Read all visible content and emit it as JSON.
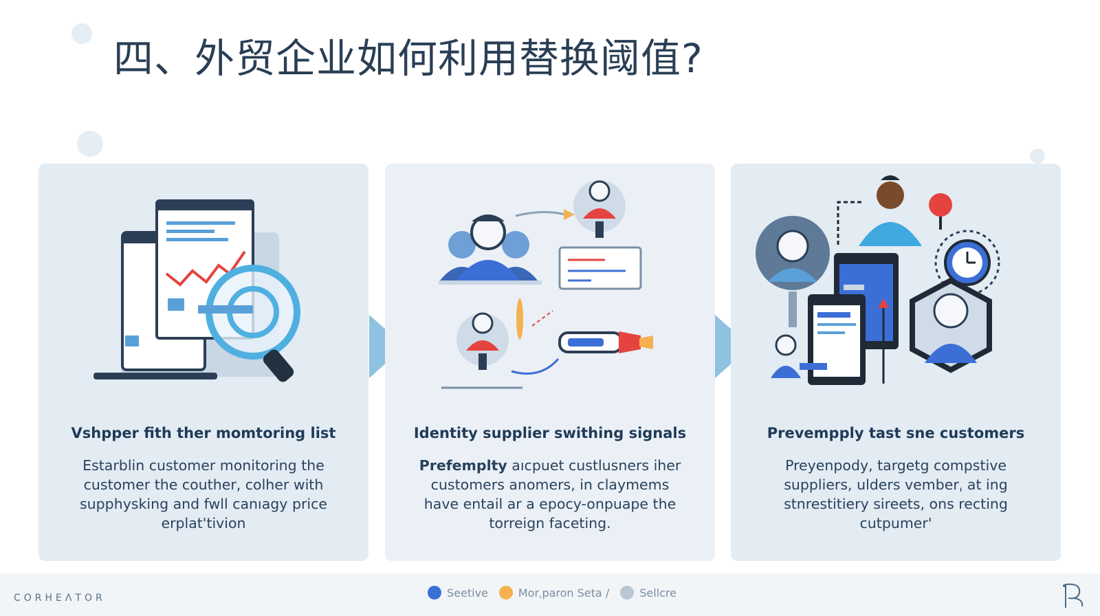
{
  "title": "四、外贸企业如何利用替换阈值?",
  "cards": [
    {
      "title": "Vshpper fith ther momtoring list",
      "body": "Estarblin customer monitoring the customer the couther, colher with supphysking and fwll canıagy price erplat'tivion",
      "icon": "monitoring-dashboard-illustration"
    },
    {
      "title": "Identity supplier swithing signals",
      "body_bold": "Prefemplty",
      "body": " aıcpuet custlusners iher customers anomers, in claymems have entail ar a epocy-onpuape the torreign faceting.",
      "icon": "supplier-network-illustration"
    },
    {
      "title": "Prevempply tast sne customers",
      "body": "Preyenpody, targetg compstive suppliers, ulders vemberˌ at ing stnrestitiery sireets, ons recting cutpumer'",
      "icon": "customer-retention-illustration"
    }
  ],
  "footer": {
    "brand": "CORHEΛTOR",
    "legend": [
      {
        "label": "Seetive",
        "color": "#3b6fd6"
      },
      {
        "label": "Morˌparon Seta /",
        "color": "#f5b14f"
      },
      {
        "label": "Sellcre",
        "color": "#b9c7d4"
      }
    ]
  },
  "colors": {
    "card_bg": "#e3ebf3",
    "arrow": "#8fc1e0",
    "accent_blue": "#3b6fd6",
    "accent_red": "#e5433f"
  }
}
